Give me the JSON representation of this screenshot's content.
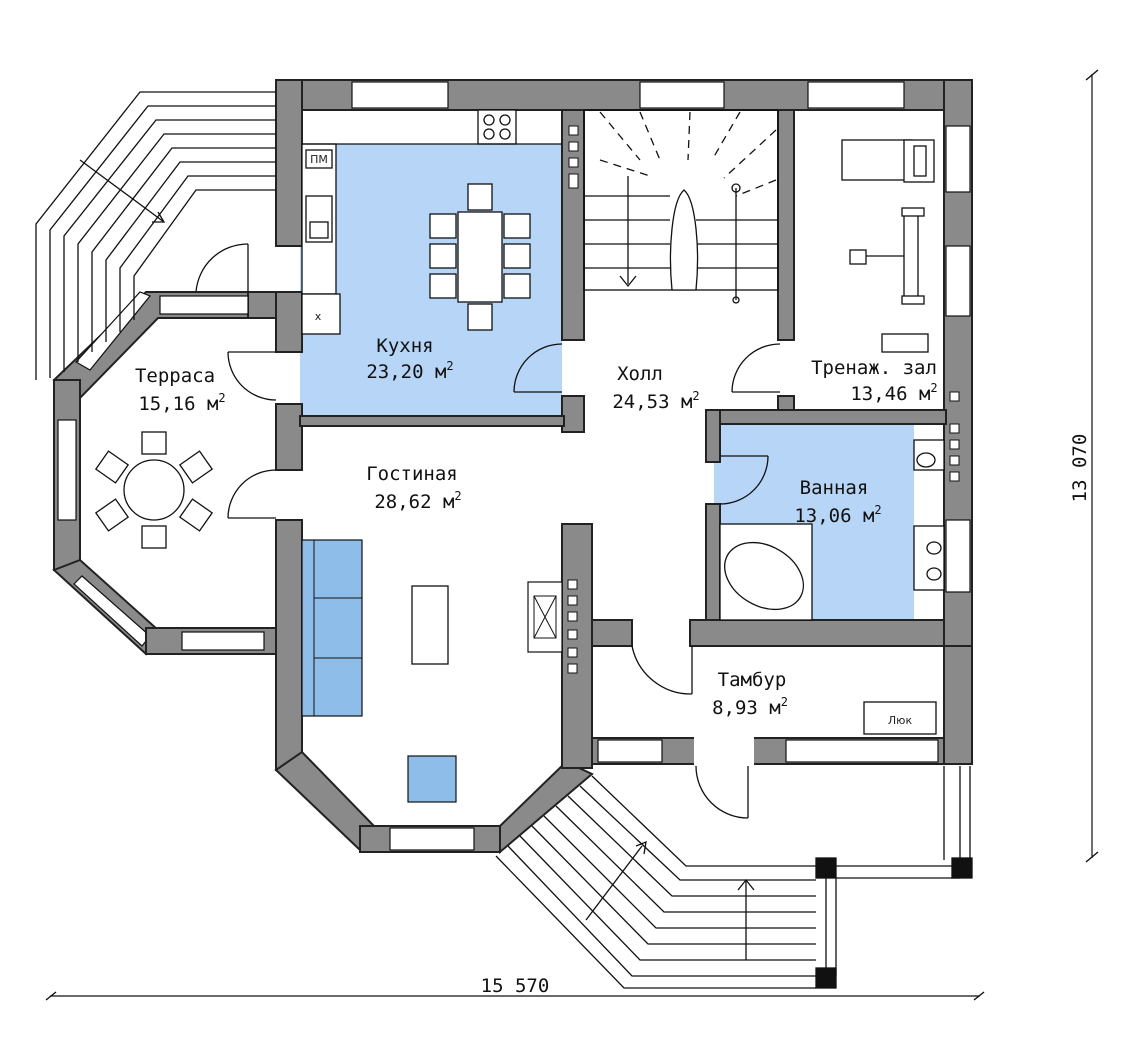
{
  "colors": {
    "wall": "#8a8a8a",
    "room_highlight": "#b7d5f7",
    "furniture_blue": "#8fbde9",
    "line": "#111111"
  },
  "rooms": {
    "kitchen": {
      "name": "Кухня",
      "area": "23,20 м",
      "sup": "2",
      "highlighted": true
    },
    "hall": {
      "name": "Холл",
      "area": "24,53 м",
      "sup": "2",
      "highlighted": false
    },
    "gym": {
      "name": "Тренаж. зал",
      "area": "13,46 м",
      "sup": "2",
      "highlighted": false
    },
    "terrace": {
      "name": "Терраса",
      "area": "15,16 м",
      "sup": "2",
      "highlighted": false
    },
    "living": {
      "name": "Гостиная",
      "area": "28,62 м",
      "sup": "2",
      "highlighted": false
    },
    "bathroom": {
      "name": "Ванная",
      "area": "13,06 м",
      "sup": "2",
      "highlighted": true
    },
    "vestibule": {
      "name": "Тамбур",
      "area": "8,93 м",
      "sup": "2",
      "highlighted": false
    }
  },
  "hatch_label": "Люк",
  "dimensions": {
    "width": "15 570",
    "height": "13 070"
  }
}
